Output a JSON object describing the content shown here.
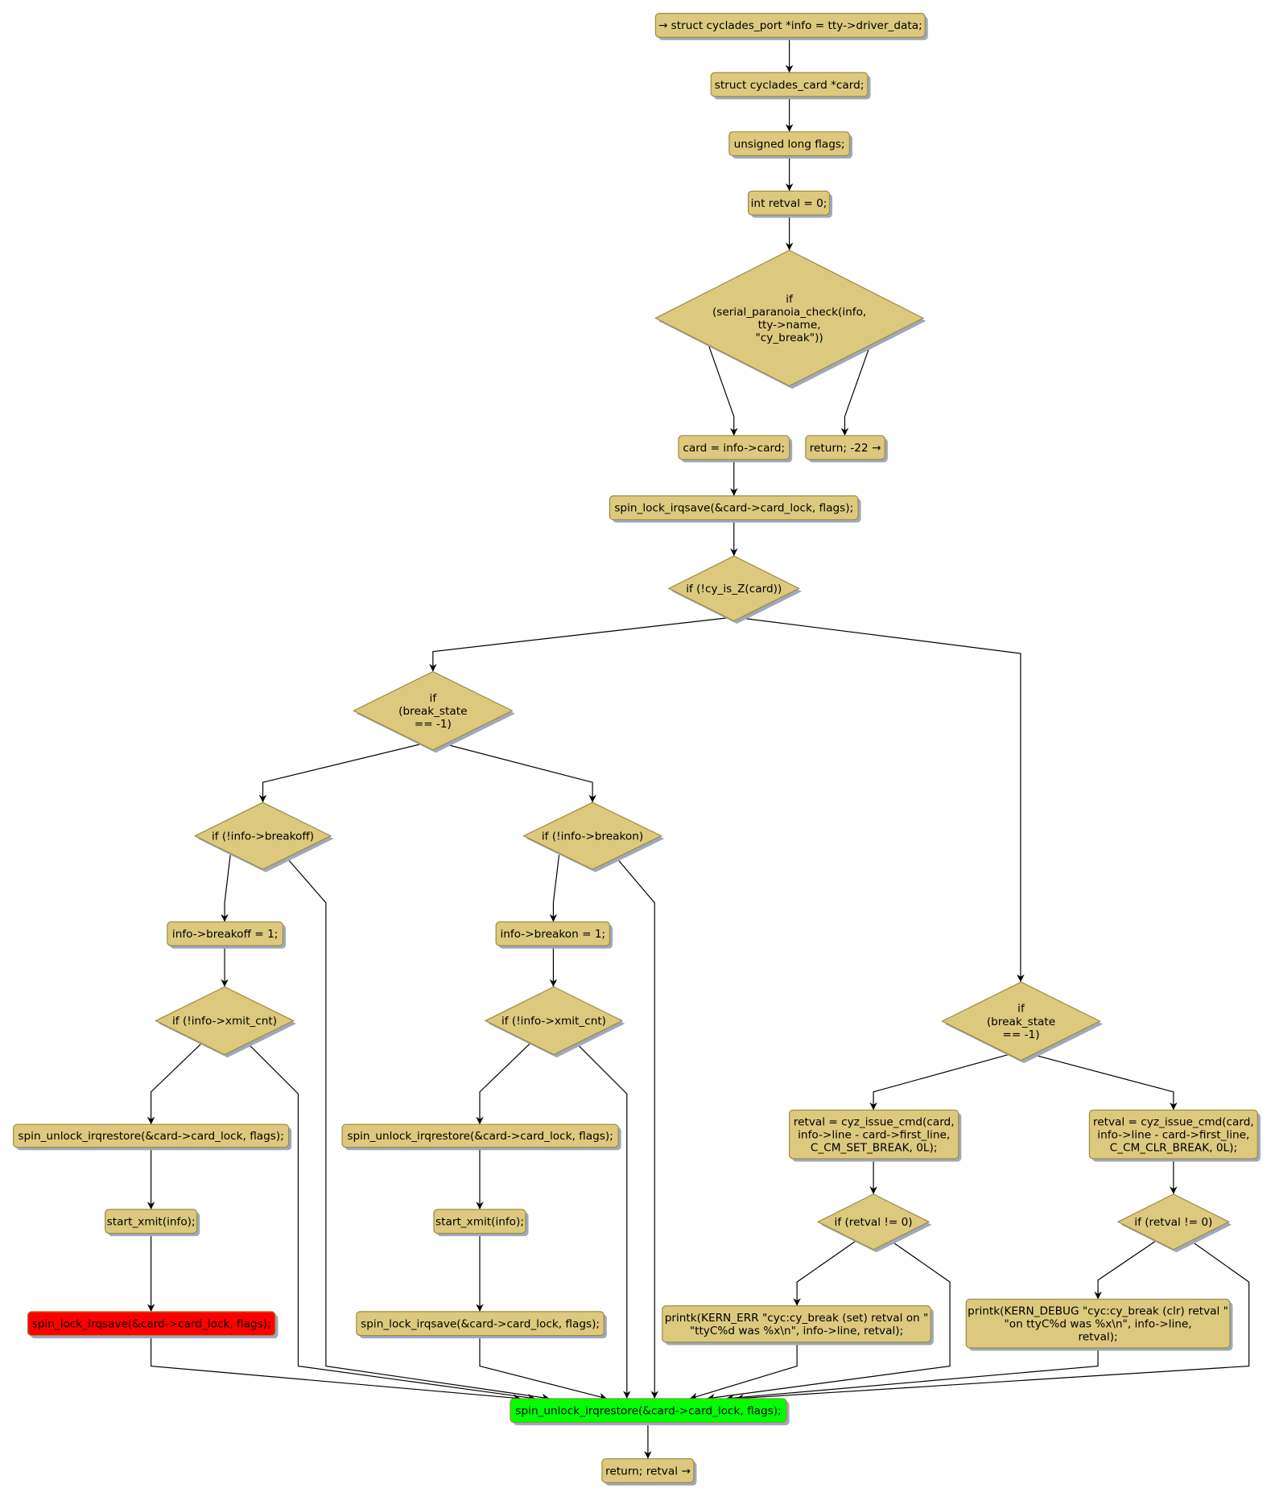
{
  "diagram": {
    "type": "control-flow-graph",
    "function_hint": "cy_break"
  },
  "colors": {
    "node_fill": "#dcc97e",
    "node_stroke": "#9b8b3f",
    "shadow": "#9fa8bd",
    "error_fill": "#ff0000",
    "exit_fill": "#00ff00"
  },
  "nodes": [
    {
      "id": "n1",
      "shape": "box",
      "lines": [
        "→ struct cyclades_port *info = tty->driver_data;"
      ]
    },
    {
      "id": "n2",
      "shape": "box",
      "lines": [
        "struct cyclades_card *card;"
      ]
    },
    {
      "id": "n3",
      "shape": "box",
      "lines": [
        "unsigned long flags;"
      ]
    },
    {
      "id": "n4",
      "shape": "box",
      "lines": [
        "int retval = 0;"
      ]
    },
    {
      "id": "d1",
      "shape": "diamond",
      "lines": [
        "if",
        "(serial_paranoia_check(info,",
        "tty->name,",
        "\"cy_break\"))"
      ]
    },
    {
      "id": "n5",
      "shape": "box",
      "lines": [
        "card = info->card;"
      ]
    },
    {
      "id": "n6",
      "shape": "box",
      "lines": [
        "return; -22 →"
      ]
    },
    {
      "id": "n7",
      "shape": "box",
      "lines": [
        "spin_lock_irqsave(&card->card_lock, flags);"
      ]
    },
    {
      "id": "d2",
      "shape": "diamond",
      "lines": [
        "if (!cy_is_Z(card))"
      ]
    },
    {
      "id": "d3",
      "shape": "diamond",
      "lines": [
        "if",
        "(break_state",
        "== -1)"
      ]
    },
    {
      "id": "d4",
      "shape": "diamond",
      "lines": [
        "if (!info->breakoff)"
      ]
    },
    {
      "id": "d5",
      "shape": "diamond",
      "lines": [
        "if (!info->breakon)"
      ]
    },
    {
      "id": "n8",
      "shape": "box",
      "lines": [
        "info->breakoff = 1;"
      ]
    },
    {
      "id": "n9",
      "shape": "box",
      "lines": [
        "info->breakon = 1;"
      ]
    },
    {
      "id": "d6",
      "shape": "diamond",
      "lines": [
        "if (!info->xmit_cnt)"
      ]
    },
    {
      "id": "d7",
      "shape": "diamond",
      "lines": [
        "if (!info->xmit_cnt)"
      ]
    },
    {
      "id": "n10",
      "shape": "box",
      "lines": [
        "spin_unlock_irqrestore(&card->card_lock, flags);"
      ]
    },
    {
      "id": "n11",
      "shape": "box",
      "lines": [
        "spin_unlock_irqrestore(&card->card_lock, flags);"
      ]
    },
    {
      "id": "n12",
      "shape": "box",
      "lines": [
        "start_xmit(info);"
      ]
    },
    {
      "id": "n13",
      "shape": "box",
      "lines": [
        "start_xmit(info);"
      ]
    },
    {
      "id": "n14",
      "shape": "box",
      "status": "error",
      "lines": [
        "spin_lock_irqsave(&card->card_lock, flags);"
      ]
    },
    {
      "id": "n15",
      "shape": "box",
      "lines": [
        "spin_lock_irqsave(&card->card_lock, flags);"
      ]
    },
    {
      "id": "d8",
      "shape": "diamond",
      "lines": [
        "if",
        "(break_state",
        "== -1)"
      ]
    },
    {
      "id": "n16",
      "shape": "box",
      "lines": [
        "retval = cyz_issue_cmd(card,",
        "info->line - card->first_line,",
        "C_CM_SET_BREAK, 0L);"
      ]
    },
    {
      "id": "n17",
      "shape": "box",
      "lines": [
        "retval = cyz_issue_cmd(card,",
        "info->line - card->first_line,",
        "C_CM_CLR_BREAK, 0L);"
      ]
    },
    {
      "id": "d9",
      "shape": "diamond",
      "lines": [
        "if (retval != 0)"
      ]
    },
    {
      "id": "d10",
      "shape": "diamond",
      "lines": [
        "if (retval != 0)"
      ]
    },
    {
      "id": "n18",
      "shape": "box",
      "lines": [
        "printk(KERN_ERR \"cyc:cy_break (set) retval on \"",
        "\"ttyC%d was %x\\n\", info->line, retval);"
      ]
    },
    {
      "id": "n19",
      "shape": "box",
      "lines": [
        "printk(KERN_DEBUG \"cyc:cy_break (clr) retval \"",
        "\"on ttyC%d was %x\\n\", info->line,",
        "retval);"
      ]
    },
    {
      "id": "n20",
      "shape": "box",
      "status": "exit",
      "lines": [
        "spin_unlock_irqrestore(&card->card_lock, flags);"
      ]
    },
    {
      "id": "n21",
      "shape": "box",
      "lines": [
        "return; retval →"
      ]
    }
  ],
  "edges": [
    [
      "n1",
      "n2"
    ],
    [
      "n2",
      "n3"
    ],
    [
      "n3",
      "n4"
    ],
    [
      "n4",
      "d1"
    ],
    [
      "d1",
      "n5"
    ],
    [
      "d1",
      "n6"
    ],
    [
      "n5",
      "n7"
    ],
    [
      "n7",
      "d2"
    ],
    [
      "d2",
      "d3"
    ],
    [
      "d2",
      "d8"
    ],
    [
      "d3",
      "d4"
    ],
    [
      "d3",
      "d5"
    ],
    [
      "d4",
      "n8"
    ],
    [
      "d4",
      "n20"
    ],
    [
      "d5",
      "n9"
    ],
    [
      "d5",
      "n20"
    ],
    [
      "n8",
      "d6"
    ],
    [
      "n9",
      "d7"
    ],
    [
      "d6",
      "n10"
    ],
    [
      "d6",
      "n20"
    ],
    [
      "d7",
      "n11"
    ],
    [
      "d7",
      "n20"
    ],
    [
      "n10",
      "n12"
    ],
    [
      "n11",
      "n13"
    ],
    [
      "n12",
      "n14"
    ],
    [
      "n13",
      "n15"
    ],
    [
      "n14",
      "n20"
    ],
    [
      "n15",
      "n20"
    ],
    [
      "d8",
      "n16"
    ],
    [
      "d8",
      "n17"
    ],
    [
      "n16",
      "d9"
    ],
    [
      "n17",
      "d10"
    ],
    [
      "d9",
      "n18"
    ],
    [
      "d9",
      "n20"
    ],
    [
      "d10",
      "n19"
    ],
    [
      "d10",
      "n20"
    ],
    [
      "n18",
      "n20"
    ],
    [
      "n19",
      "n20"
    ],
    [
      "n20",
      "n21"
    ]
  ]
}
